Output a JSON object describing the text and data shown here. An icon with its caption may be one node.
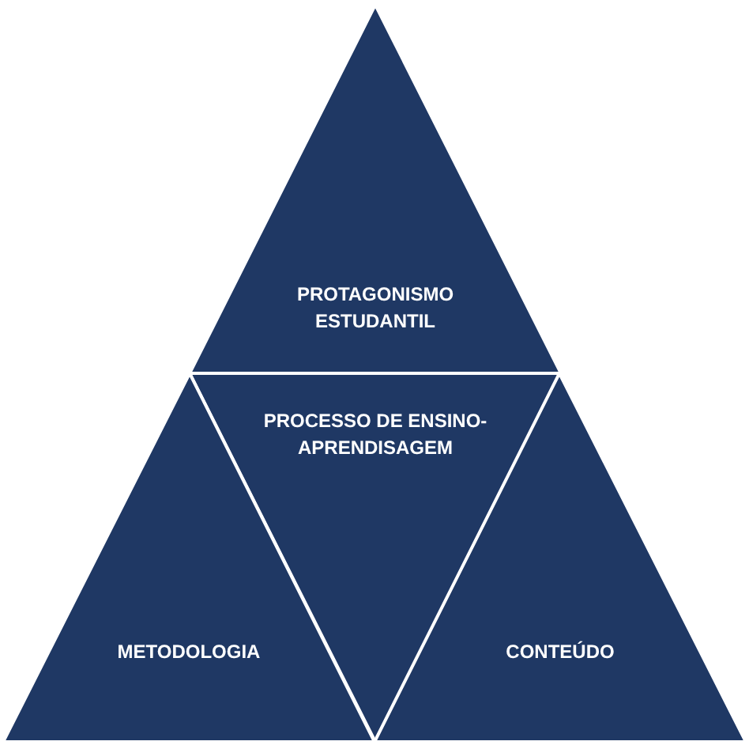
{
  "diagram": {
    "nodes": [
      {
        "text": [
          "PROTAGONISMO ESTUDANTIL"
        ]
      },
      {
        "text": [
          "PROCESSO DE ENSINO-APRENDISAGEM"
        ]
      },
      {
        "text": [
          "METODOLOGIA"
        ]
      },
      {
        "text": [
          "CONTEÚDO"
        ]
      }
    ]
  }
}
